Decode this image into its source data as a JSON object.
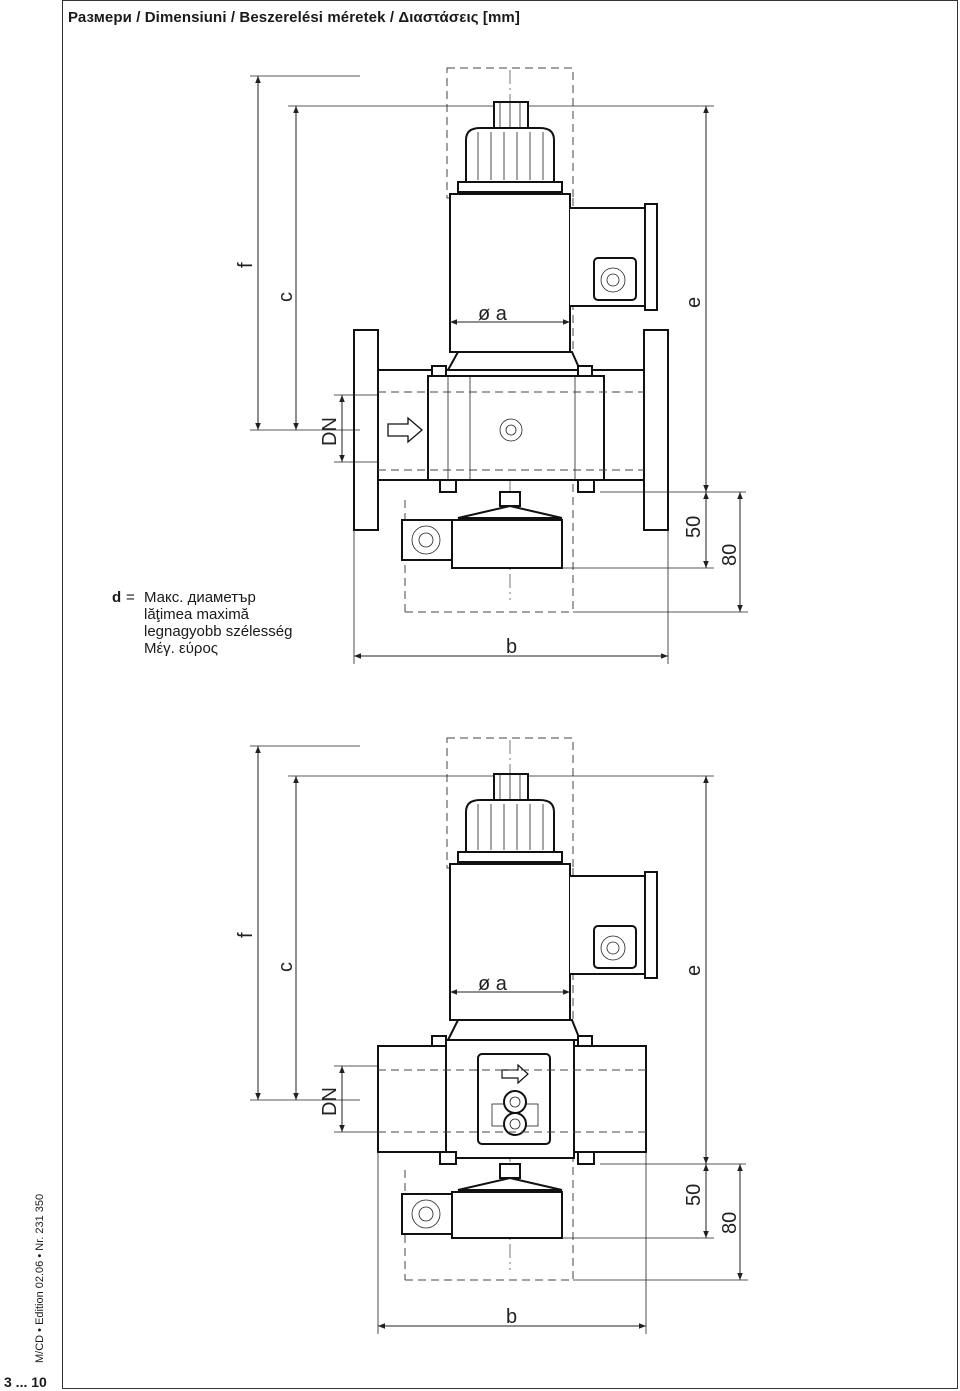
{
  "header": {
    "title": "Размери / Dimensiuni / Beszerelési méretek / Διαστάσεις  [mm]"
  },
  "legend": {
    "key": "d",
    "equals": "=",
    "lines": [
      "Макс. диаметър",
      "lăţimea maximă",
      "legnagyobb szélesség",
      "Μέγ. εύρος"
    ]
  },
  "drawing_top": {
    "labels": {
      "f": "f",
      "c": "c",
      "dn": "DN",
      "a": "ø a",
      "e": "e",
      "b": "b",
      "dim50": "50",
      "dim80": "80"
    }
  },
  "drawing_bottom": {
    "labels": {
      "f": "f",
      "c": "c",
      "dn": "DN",
      "a": "ø a",
      "e": "e",
      "b": "b",
      "dim50": "50",
      "dim80": "80"
    }
  },
  "footer": {
    "side_text": "M/CD • Edition 02.06 • Nr. 231 350",
    "page": "3 ... 10"
  }
}
